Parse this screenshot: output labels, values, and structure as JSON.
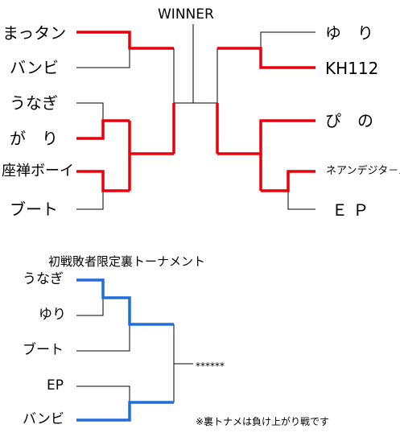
{
  "main_bracket": {
    "winner_label": "WINNER",
    "left": [
      "まっタン",
      "バンビ",
      "うなぎ",
      "が　り",
      "座禅ボーイ",
      "ブート"
    ],
    "right": [
      "ゆ　り",
      "KH112",
      "ぴ　の",
      "ネアンデジタ－ル",
      "Ｅ Ｐ"
    ]
  },
  "consolation": {
    "title": "初戦敗者限定裏トーナメント",
    "entries": [
      "うなぎ",
      "ゆり",
      "ブート",
      "EP",
      "バンビ"
    ],
    "result": "******",
    "note": "※裏トナメは負け上がり戦です"
  },
  "colors": {
    "winner_path": "#e8000b",
    "loser_bracket_path": "#1e6fdc",
    "line": "#000000"
  }
}
